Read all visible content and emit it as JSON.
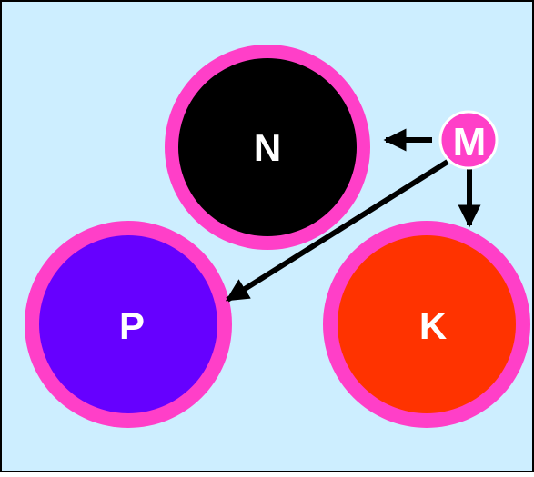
{
  "diagram": {
    "background_color": "#cdeeff",
    "border_color": "#000000",
    "ring_color": "#ff3fc8",
    "arrow_color": "#000000",
    "nodes": {
      "n": {
        "label": "N",
        "fill": "#000000",
        "text_color": "#ffffff"
      },
      "m": {
        "label": "M",
        "fill": "#ff3fc8",
        "text_color": "#ffffff"
      },
      "p": {
        "label": "P",
        "fill": "#6600ff",
        "text_color": "#ffffff"
      },
      "k": {
        "label": "K",
        "fill": "#ff3300",
        "text_color": "#ffffff"
      }
    },
    "edges": [
      {
        "from": "M",
        "to": "N"
      },
      {
        "from": "M",
        "to": "P"
      },
      {
        "from": "M",
        "to": "K"
      }
    ]
  }
}
